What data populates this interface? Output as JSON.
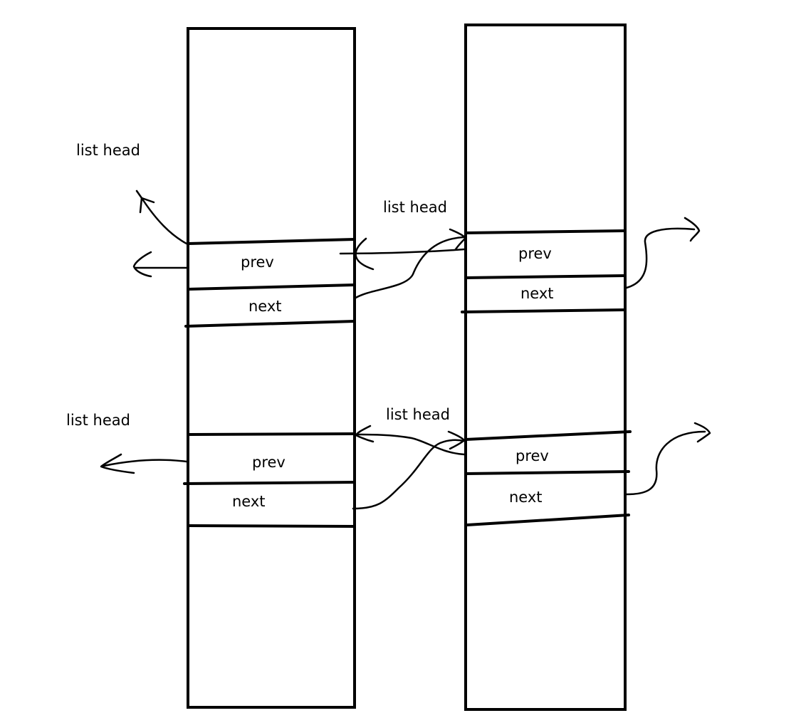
{
  "labels": {
    "list_head": "list head",
    "prev": "prev",
    "next": "next"
  },
  "colors": {
    "background": "#ffffff",
    "ink": "#000000"
  }
}
